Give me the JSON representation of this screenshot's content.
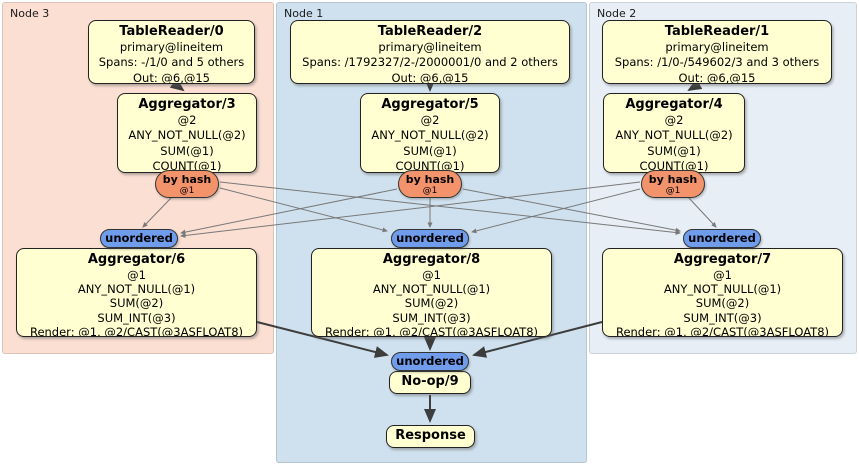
{
  "regions": [
    {
      "label": "Node 3"
    },
    {
      "label": "Node 1"
    },
    {
      "label": "Node 2"
    }
  ],
  "routers": {
    "by_hash": {
      "label": "by hash",
      "detail": "@1"
    },
    "unordered": {
      "label": "unordered"
    }
  },
  "processors": {
    "tablereader0": {
      "title": "TableReader/0",
      "lines": [
        "primary@lineitem",
        "Spans: -/1/0 and 5 others",
        "Out: @6,@15"
      ]
    },
    "tablereader2": {
      "title": "TableReader/2",
      "lines": [
        "primary@lineitem",
        "Spans: /1792327/2-/2000001/0 and 2 others",
        "Out: @6,@15"
      ]
    },
    "tablereader1": {
      "title": "TableReader/1",
      "lines": [
        "primary@lineitem",
        "Spans: /1/0-/549602/3 and 3 others",
        "Out: @6,@15"
      ]
    },
    "aggregator3": {
      "title": "Aggregator/3",
      "lines": [
        "@2",
        "ANY_NOT_NULL(@2)",
        "SUM(@1)",
        "COUNT(@1)"
      ]
    },
    "aggregator5": {
      "title": "Aggregator/5",
      "lines": [
        "@2",
        "ANY_NOT_NULL(@2)",
        "SUM(@1)",
        "COUNT(@1)"
      ]
    },
    "aggregator4": {
      "title": "Aggregator/4",
      "lines": [
        "@2",
        "ANY_NOT_NULL(@2)",
        "SUM(@1)",
        "COUNT(@1)"
      ]
    },
    "aggregator6": {
      "title": "Aggregator/6",
      "lines": [
        "@1",
        "ANY_NOT_NULL(@1)",
        "SUM(@2)",
        "SUM_INT(@3)",
        "Render: @1, @2/CAST(@3ASFLOAT8)"
      ]
    },
    "aggregator8": {
      "title": "Aggregator/8",
      "lines": [
        "@1",
        "ANY_NOT_NULL(@1)",
        "SUM(@2)",
        "SUM_INT(@3)",
        "Render: @1, @2/CAST(@3ASFLOAT8)"
      ]
    },
    "aggregator7": {
      "title": "Aggregator/7",
      "lines": [
        "@1",
        "ANY_NOT_NULL(@1)",
        "SUM(@2)",
        "SUM_INT(@3)",
        "Render: @1, @2/CAST(@3ASFLOAT8)"
      ]
    },
    "noop9": {
      "title": "No-op/9"
    },
    "response": {
      "title": "Response"
    }
  },
  "colors": {
    "node3_bg": "#fbdfd3",
    "node1_bg": "#cfe1ee",
    "node2_bg": "#e7eef6",
    "box_bg": "#ffffd2",
    "box_border": "#222222",
    "hash_router_bg": "#f3936b",
    "unordered_bg": "#6f9ceb",
    "edge_thin": "#787878",
    "edge_thick": "#3d3d3d"
  }
}
